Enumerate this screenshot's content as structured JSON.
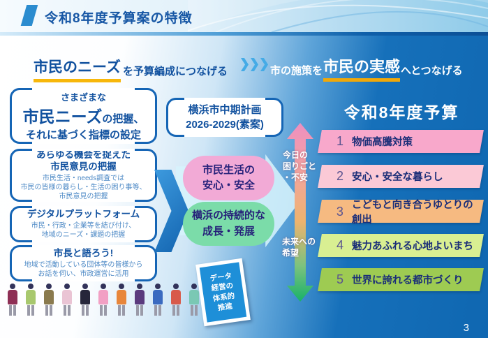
{
  "header": {
    "title": "令和8年度予算案の特徴"
  },
  "lead": {
    "left_highlight": "市民のニーズ",
    "left_rest": "を予算編成につなげる",
    "right_pre": "市の施策を",
    "right_highlight": "市民の実感",
    "right_rest": "へとつなげる"
  },
  "left_panel": {
    "summary": {
      "line1": "さまざまな",
      "emph": "市民ニーズ",
      "after_emph": "の把握、",
      "line3": "それに基づく指標の設定"
    },
    "boxes": [
      {
        "title": "あらゆる機会を捉えた\n市民意見の把握",
        "body": "市民生活・needs調査では\n市民の皆様の暮らし・生活の困り事等、\n市民意見の把握"
      },
      {
        "title": "デジタルプラットフォーム",
        "body": "市民・行政・企業等を結び付け、\n地域のニーズ・課題の把握"
      },
      {
        "title": "市長と語ろう!",
        "body": "地域で活動している団体等の皆様から\nお話を伺い、市政運営に活用"
      }
    ]
  },
  "middle": {
    "plan_box": "横浜市中期計画\n2026-2029(素案)",
    "pills": [
      {
        "label": "市民生活の\n安心・安全",
        "color": "#f2aad6"
      },
      {
        "label": "横浜の持続的な\n成長・発展",
        "color": "#7bdca9"
      }
    ],
    "data_card": "データ\n経営の\n体系的\n推進"
  },
  "axis": {
    "top_label": "今日の\n困りごと\n・不安",
    "bottom_label": "未来への\n希望"
  },
  "right_panel": {
    "title": "令和8年度予算",
    "items": [
      {
        "num": "1",
        "label": "物価高騰対策",
        "color": "#f8a8cb"
      },
      {
        "num": "2",
        "label": "安心・安全な暮らし",
        "color": "#fbc9d6"
      },
      {
        "num": "3",
        "label": "こどもと向き合うゆとりの創出",
        "color": "#f6ba81"
      },
      {
        "num": "4",
        "label": "魅力あふれる心地よいまち",
        "color": "#d9ef92"
      },
      {
        "num": "5",
        "label": "世界に誇れる都市づくり",
        "color": "#9ecb52"
      }
    ]
  },
  "people_colors": [
    "#8e2f55",
    "#a8c86e",
    "#8a7a4e",
    "#eac4d4",
    "#26263a",
    "#f2a0c4",
    "#e8863a",
    "#5a3a7e",
    "#3a6ac0",
    "#d85a4a",
    "#7ac8b4"
  ],
  "page": {
    "number": "3"
  }
}
